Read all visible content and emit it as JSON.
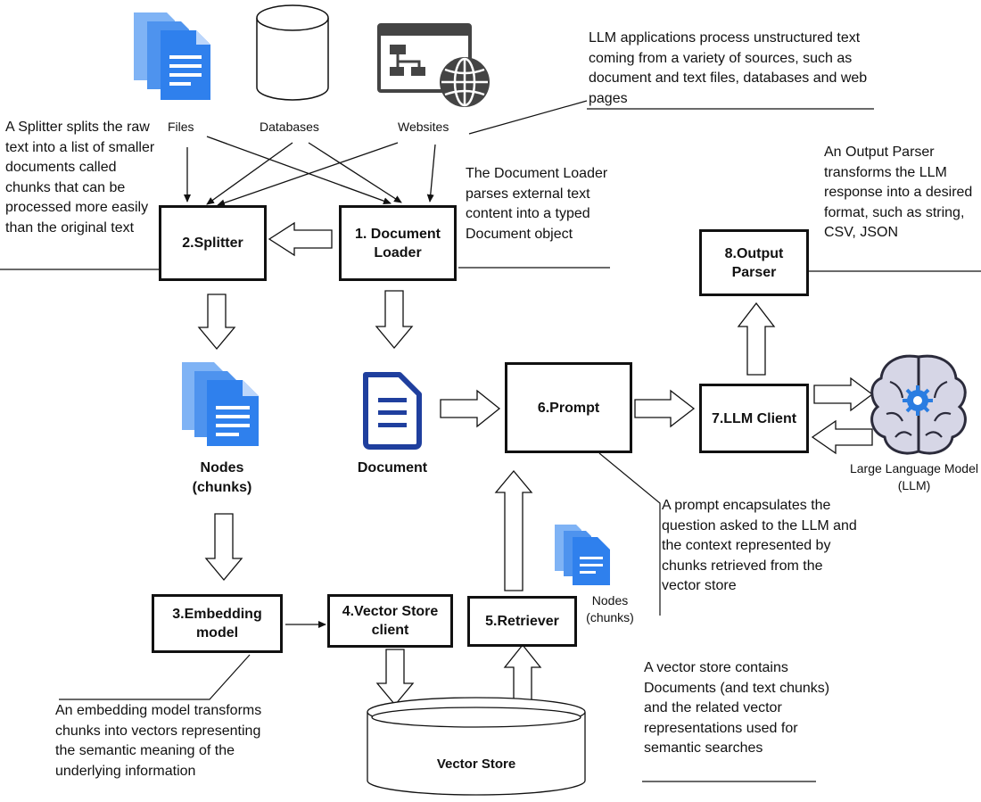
{
  "sources": {
    "files": "Files",
    "databases": "Databases",
    "websites": "Websites"
  },
  "boxes": {
    "loader": "1. Document Loader",
    "splitter": "2.Splitter",
    "embedding": "3.Embedding model",
    "vector_client": "4.Vector Store client",
    "retriever": "5.Retriever",
    "prompt": "6.Prompt",
    "llm_client": "7.LLM Client",
    "output_parser": "8.Output Parser"
  },
  "labels": {
    "nodes": "Nodes (chunks)",
    "document": "Document",
    "nodes_small": "Nodes (chunks)",
    "llm": "Large Language Model (LLM)",
    "vector_store": "Vector Store"
  },
  "notes": {
    "sources": "LLM applications process unstructured text coming from a variety of sources, such as document and text files, databases and web pages",
    "splitter": "A Splitter splits the raw text into a list of smaller documents called chunks that can be processed more easily than the original text",
    "loader": "The Document Loader parses external text content into a typed Document object",
    "output_parser": "An Output Parser transforms the LLM response into a desired format, such as string, CSV, JSON",
    "prompt": "A prompt encapsulates the question asked to the LLM and the context represented by chunks retrieved from the vector store",
    "embedding": "An embedding model transforms chunks into vectors representing the semantic meaning of the underlying information",
    "vector_store": "A vector store contains Documents (and text chunks) and the related vector representations used for semantic searches"
  },
  "colors": {
    "doc_blue": "#2f80ed",
    "doc_light": "#7fb3f5",
    "doc_dark": "#1f3f9e",
    "brain_gear": "#2a7de1"
  }
}
